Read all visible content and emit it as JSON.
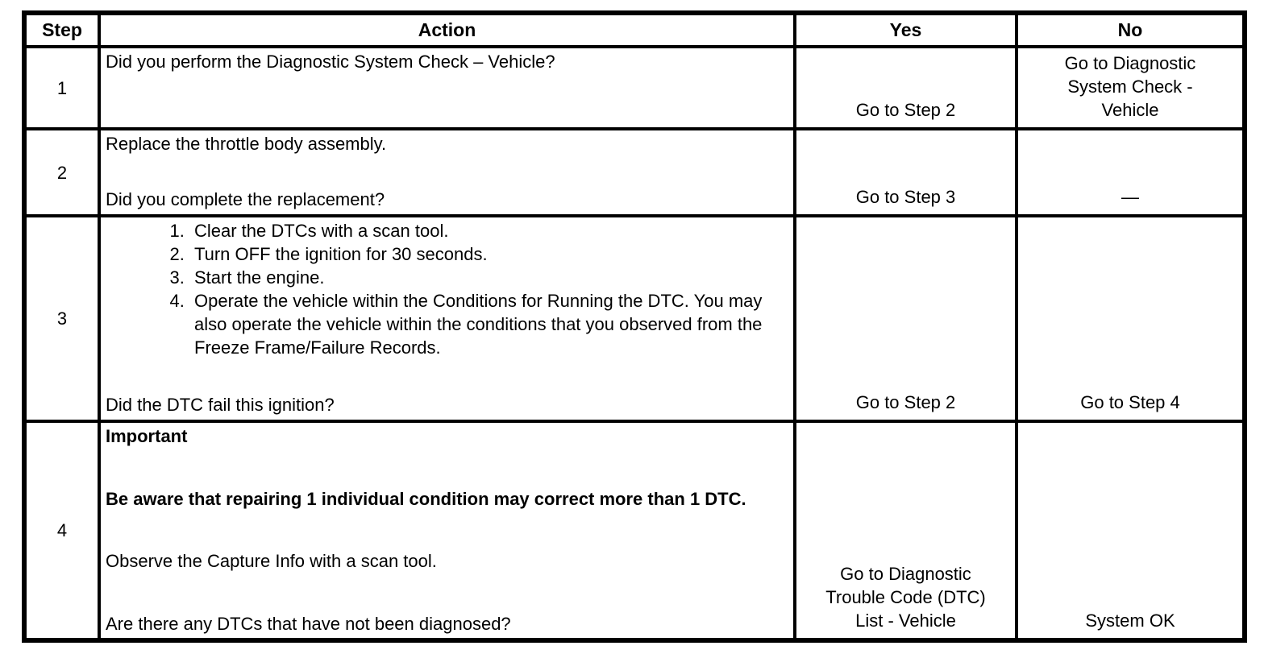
{
  "colors": {
    "text": "#000000",
    "background": "#ffffff",
    "border": "#000000"
  },
  "table": {
    "headers": [
      "Step",
      "Action",
      "Yes",
      "No"
    ],
    "rows": [
      {
        "step": "1",
        "action_paragraphs": [
          "Did you perform the Diagnostic System Check – Vehicle?"
        ],
        "yes": "Go to Step 2",
        "no": "Go to Diagnostic\nSystem Check -\nVehicle"
      },
      {
        "step": "2",
        "action_paragraphs": [
          "Replace the throttle body assembly.",
          "Did you complete the replacement?"
        ],
        "yes": "Go to Step 3",
        "no": "—"
      },
      {
        "step": "3",
        "action_list": [
          "Clear the DTCs with a scan tool.",
          "Turn OFF the ignition for 30 seconds.",
          "Start the engine.",
          "Operate the vehicle within the Conditions for Running the DTC. You may also operate the vehicle within the conditions that you observed from the Freeze Frame/Failure Records."
        ],
        "action_question": "Did the DTC fail this ignition?",
        "yes": "Go to Step 2",
        "no": "Go to Step 4"
      },
      {
        "step": "4",
        "action_paragraphs": [
          "Important",
          "Be aware that repairing 1 individual condition may correct more than 1 DTC.",
          "Observe the Capture Info with a scan tool.",
          "Are there any DTCs that have not been diagnosed?"
        ],
        "yes": "Go to Diagnostic\nTrouble Code (DTC)\nList - Vehicle",
        "no": "System OK"
      }
    ]
  }
}
